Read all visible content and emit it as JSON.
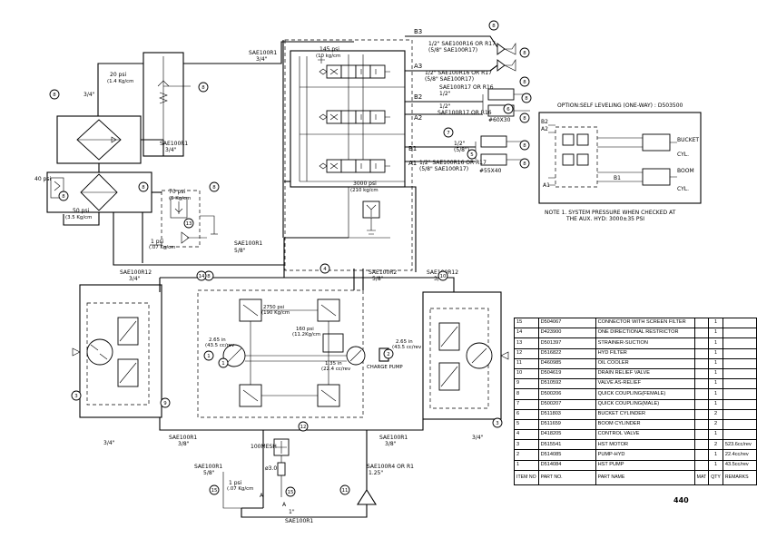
{
  "labels": {
    "sae_main": "SAE100R1",
    "sae_main_size": "3/4\"",
    "relief_20": "20 psi",
    "relief_20_metric": "(1.4 Kg/cm",
    "size_34_left": "3/4\"",
    "sae_mid": "SAE100R1",
    "sae_mid_size": "3/4\"",
    "p40": "40 psi",
    "p50": "50 psi",
    "p50_metric": "(3.5 Kg/cm",
    "p70": "70 psi",
    "p70_metric": "(5 Kg/cm",
    "p1_a": "1 psi",
    "p1_a_metric": "(.07 Kg/cm",
    "sae_ctr": "SAE100R1",
    "sae_ctr_size": "5/8\"",
    "p145": "145 psi",
    "p145_metric": "(10 kg/cm",
    "p3000": "3000 psi",
    "p3000_metric": "(210 kg/cm",
    "port_b3": "B3",
    "port_a3": "A3",
    "port_b2": "B2",
    "port_a2": "A2",
    "port_b1": "B1",
    "port_a1": "A1",
    "hose_b3": "1/2\" SAE100R16 OR R17",
    "hose_b3_b": "(5/8\" SAE100R17)",
    "hose_a3": "1/2\" SAE100R16 OR R17",
    "hose_a3_b": "(5/8\" SAE100R17)",
    "hose_b2": "SAE100R17 OR R16",
    "hose_b2_b": "1/2\"",
    "hose_a2": "1/2\"",
    "hose_a2_b": "SAE100R17 OR R16",
    "cyl_2": "#60X30",
    "hose_b1": "1/2\"",
    "hose_b1_b": "(5/8\")",
    "hose_a1": "1/2\" SAE100R16 OR R17",
    "hose_a1_b": "(5/8\" SAE100R17)",
    "cyl_1": "#55X40",
    "option_title": "OPTION:SELF LEVELING (ONE-WAY) : D503500",
    "opt_b2": "B2",
    "opt_a2": "A2",
    "opt_b1": "B1",
    "opt_a1": "A1",
    "opt_bucket": "BUCKET",
    "opt_cyl1": "CYL.",
    "opt_boom": "BOOM",
    "opt_cyl2": "CYL.",
    "note1": "NOTE 1. SYSTEM PRESSURE WHEN CHECKED AT",
    "note2": "THE AUX. HYD: 3000±35 PSI",
    "sae_l12": "SAE100R12",
    "sae_l12_size": "3/4\"",
    "sae_c2": "SAE100R2",
    "sae_c2_size": "5/8\"",
    "sae_r12": "SAE100R12",
    "sae_r12_size": "3/4\"",
    "pump_p1": "2750 psi",
    "pump_p1_b": "(190 Kg/cm",
    "pump_p2": "160 psi",
    "pump_p2_b": "(11.2Kg/cm",
    "disp_l": "2.65 in",
    "disp_l_b": "(43.5 cc/rev",
    "disp_r": "2.65 in",
    "disp_r_b": "(43.5 cc/rev",
    "charge": "CHARGE PUMP",
    "disp_c": "1.35 in",
    "disp_c_b": "(22.4 cc/rev",
    "size_bl": "3/4\"",
    "size_br": "3/4\"",
    "sae_bl": "SAE100R1",
    "sae_bl_size": "3/8\"",
    "sae_br": "SAE100R1",
    "sae_br_size": "3/8\"",
    "mesh": "100MESH",
    "orifice": "ø3.0",
    "sae_bl2": "SAE100R1",
    "sae_bl2_size": "5/8\"",
    "p1_b": "1 psi",
    "p1_b_metric": "(.07 Kg/cm",
    "sae_r1": "SAE100R4 OR R1",
    "sae_r1_size": "1.25\"",
    "sae_bottom_size": "1\"",
    "sae_bottom": "SAE100R1",
    "conn_a": "A",
    "conn_b": "A"
  },
  "balloons": [
    "8",
    "8",
    "8",
    "8",
    "8",
    "8",
    "8",
    "6",
    "5",
    "7",
    "8",
    "8",
    "8",
    "8",
    "8",
    "8",
    "13",
    "4",
    "3",
    "3",
    "2",
    "1",
    "1",
    "11",
    "12",
    "9",
    "10",
    "14",
    "15",
    "15"
  ],
  "bom": {
    "rows": [
      {
        "item": "15",
        "part_no": "D504067",
        "part_name": "CONNECTOR WITH SCREEN FILTER",
        "mat": "",
        "qty": "1",
        "remarks": ""
      },
      {
        "item": "14",
        "part_no": "D423900",
        "part_name": "ONE DIRECTIONAL  RESTRICTOR",
        "mat": "",
        "qty": "1",
        "remarks": ""
      },
      {
        "item": "13",
        "part_no": "D501397",
        "part_name": "STRAINER-SUCTION",
        "mat": "",
        "qty": "1",
        "remarks": ""
      },
      {
        "item": "12",
        "part_no": "D516822",
        "part_name": "HYD FILTER",
        "mat": "",
        "qty": "1",
        "remarks": ""
      },
      {
        "item": "11",
        "part_no": "D460985",
        "part_name": "OIL COOLER",
        "mat": "",
        "qty": "1",
        "remarks": ""
      },
      {
        "item": "10",
        "part_no": "D504619",
        "part_name": "DRAIN RELIEF VALVE",
        "mat": "",
        "qty": "1",
        "remarks": ""
      },
      {
        "item": "9",
        "part_no": "D510592",
        "part_name": "VALVE AS-RELIEF",
        "mat": "",
        "qty": "1",
        "remarks": ""
      },
      {
        "item": "8",
        "part_no": "D500206",
        "part_name": "QUICK COUPLING(FEMALE)",
        "mat": "",
        "qty": "1",
        "remarks": ""
      },
      {
        "item": "7",
        "part_no": "D500207",
        "part_name": "QUICK COUPLING(MALE)",
        "mat": "",
        "qty": "1",
        "remarks": ""
      },
      {
        "item": "6",
        "part_no": "D511803",
        "part_name": "BUCKET CYLINDER",
        "mat": "",
        "qty": "2",
        "remarks": ""
      },
      {
        "item": "5",
        "part_no": "D511659",
        "part_name": "BOOM CYLINDER",
        "mat": "",
        "qty": "2",
        "remarks": ""
      },
      {
        "item": "4",
        "part_no": "D418205",
        "part_name": "CONTROL VALVE",
        "mat": "",
        "qty": "1",
        "remarks": ""
      },
      {
        "item": "3",
        "part_no": "D515541",
        "part_name": "HST MOTOR",
        "mat": "",
        "qty": "2",
        "remarks": "523.6cc/rev"
      },
      {
        "item": "2",
        "part_no": "D514085",
        "part_name": "PUMP-HYD",
        "mat": "",
        "qty": "1",
        "remarks": "22.4cc/rev"
      },
      {
        "item": "1",
        "part_no": "D514084",
        "part_name": "HST PUMP",
        "mat": "",
        "qty": "1",
        "remarks": "43.5cc/rev"
      }
    ],
    "header": {
      "item": "ITEM NO",
      "part_no": "PART NO.",
      "part_name": "PART NAME",
      "mat": "MAT",
      "qty": "QTY",
      "remarks": "REMARKS"
    }
  },
  "page_number": "440"
}
